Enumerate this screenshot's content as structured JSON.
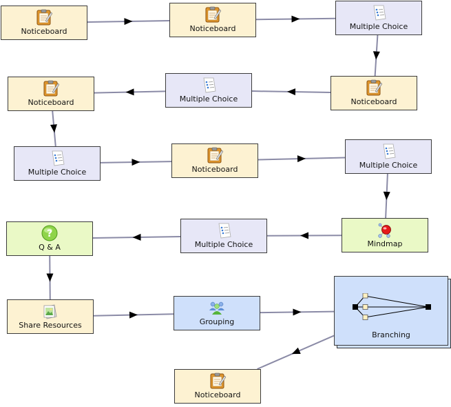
{
  "nodes": [
    {
      "id": "n0",
      "kind": "noticeboard",
      "label": "Noticeboard"
    },
    {
      "id": "n1",
      "kind": "noticeboard",
      "label": "Noticeboard"
    },
    {
      "id": "n2",
      "kind": "multiple-choice",
      "label": "Multiple Choice"
    },
    {
      "id": "n3",
      "kind": "noticeboard",
      "label": "Noticeboard"
    },
    {
      "id": "n4",
      "kind": "multiple-choice",
      "label": "Multiple Choice"
    },
    {
      "id": "n5",
      "kind": "noticeboard",
      "label": "Noticeboard"
    },
    {
      "id": "n6",
      "kind": "multiple-choice",
      "label": "Multiple Choice"
    },
    {
      "id": "n7",
      "kind": "noticeboard",
      "label": "Noticeboard"
    },
    {
      "id": "n8",
      "kind": "multiple-choice",
      "label": "Multiple Choice"
    },
    {
      "id": "n9",
      "kind": "mindmap",
      "label": "Mindmap"
    },
    {
      "id": "n10",
      "kind": "multiple-choice",
      "label": "Multiple Choice"
    },
    {
      "id": "n11",
      "kind": "q-and-a",
      "label": "Q & A"
    },
    {
      "id": "n12",
      "kind": "share-resources",
      "label": "Share Resources"
    },
    {
      "id": "n13",
      "kind": "grouping",
      "label": "Grouping"
    },
    {
      "id": "n14",
      "kind": "branching",
      "label": "Branching"
    },
    {
      "id": "n15",
      "kind": "noticeboard",
      "label": "Noticeboard"
    }
  ],
  "edges": [
    {
      "from": "n0",
      "to": "n1"
    },
    {
      "from": "n1",
      "to": "n2"
    },
    {
      "from": "n2",
      "to": "n3"
    },
    {
      "from": "n3",
      "to": "n4"
    },
    {
      "from": "n4",
      "to": "n5"
    },
    {
      "from": "n5",
      "to": "n6"
    },
    {
      "from": "n6",
      "to": "n7"
    },
    {
      "from": "n7",
      "to": "n8"
    },
    {
      "from": "n8",
      "to": "n9"
    },
    {
      "from": "n9",
      "to": "n10"
    },
    {
      "from": "n10",
      "to": "n11"
    },
    {
      "from": "n11",
      "to": "n12"
    },
    {
      "from": "n12",
      "to": "n13"
    },
    {
      "from": "n13",
      "to": "n14"
    },
    {
      "from": "n14",
      "to": "n15"
    }
  ],
  "colors": {
    "connector": "#8a8aa6",
    "arrow": "#000000",
    "noticeboard_fill": "#fdf2d2",
    "multiple_choice_fill": "#e7e7f7",
    "green_fill": "#eaf9c6",
    "blue_fill": "#cfe0fb"
  }
}
